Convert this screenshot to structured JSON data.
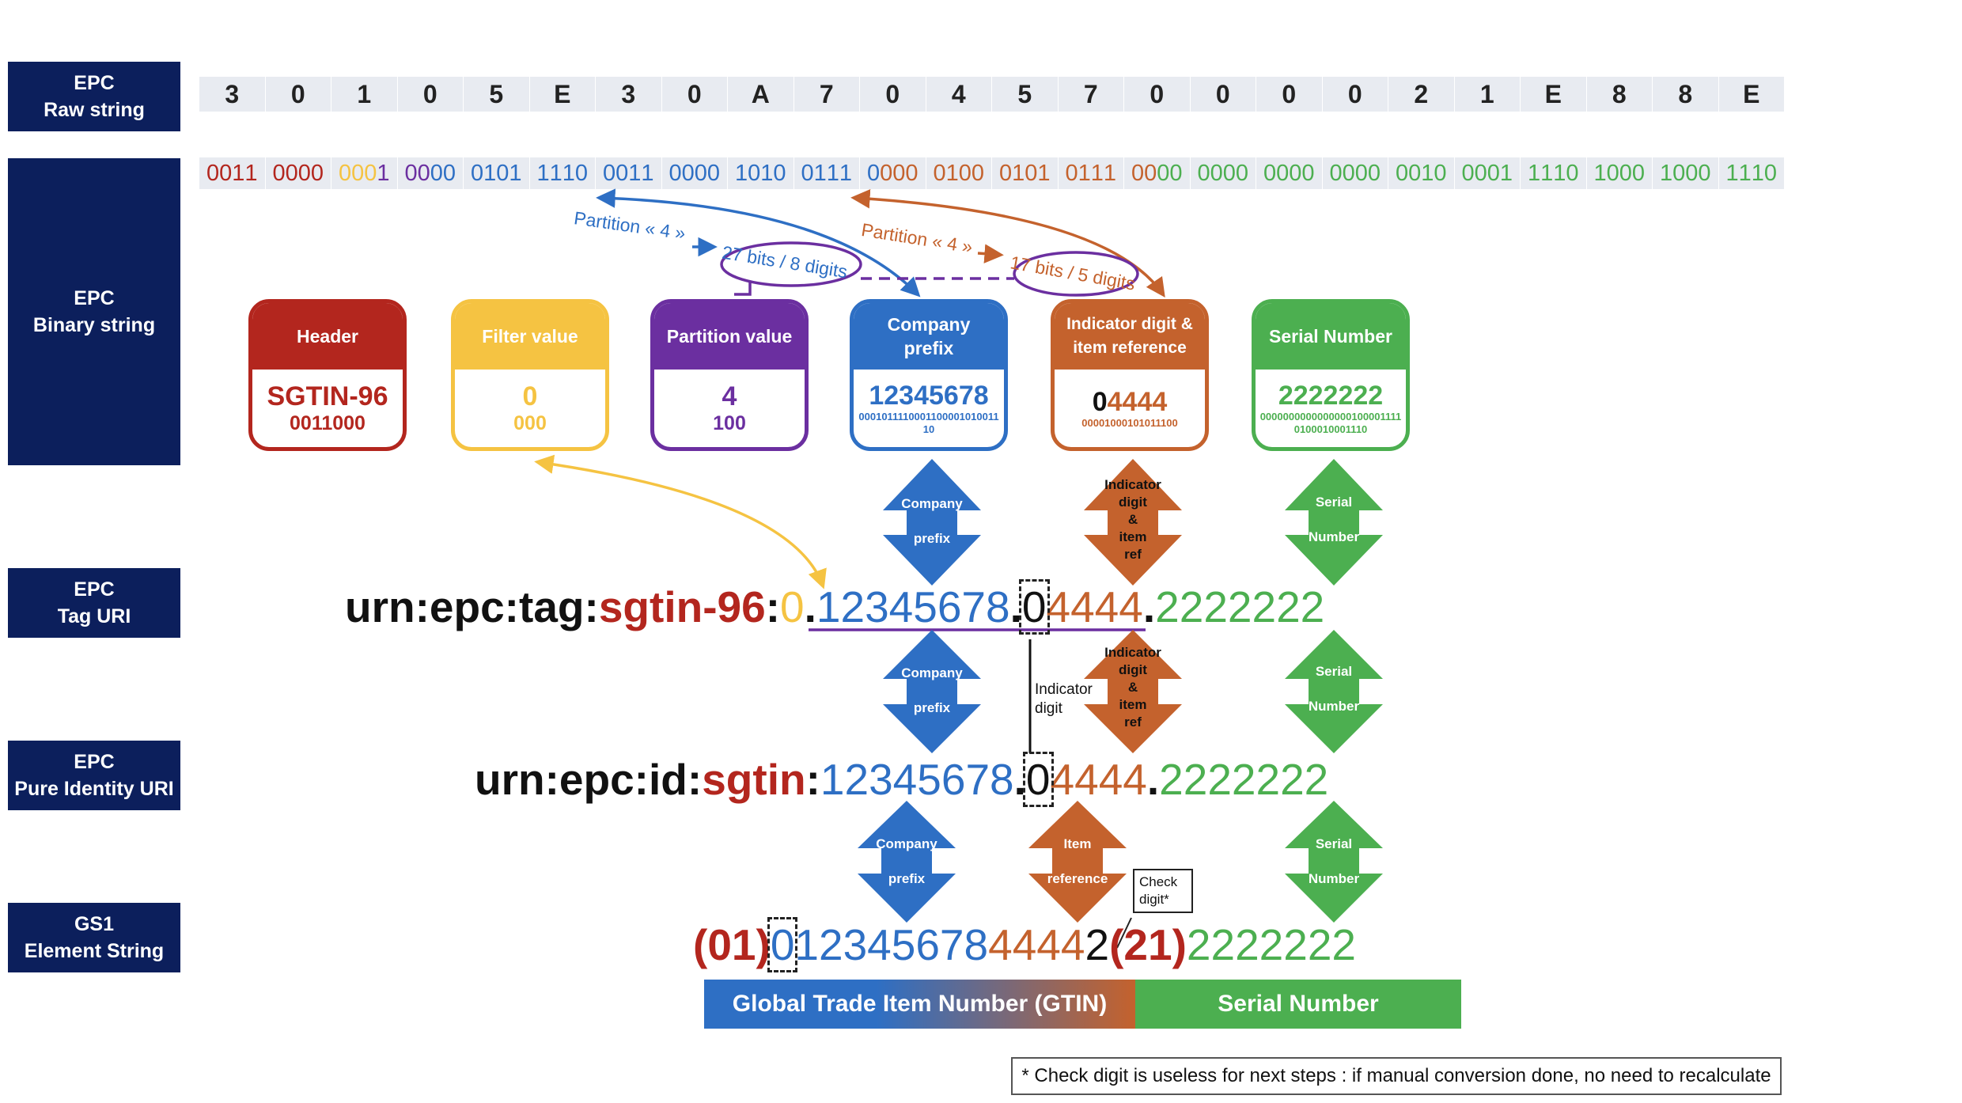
{
  "sidebar": {
    "raw": "EPC\nRaw string",
    "binary": "EPC\nBinary string",
    "tag_uri": "EPC\nTag URI",
    "pure_uri": "EPC\nPure Identity URI",
    "gs1": "GS1\nElement String"
  },
  "raw_string": [
    "3",
    "0",
    "1",
    "0",
    "5",
    "E",
    "3",
    "0",
    "A",
    "7",
    "0",
    "4",
    "5",
    "7",
    "0",
    "0",
    "0",
    "0",
    "2",
    "1",
    "E",
    "8",
    "8",
    "E"
  ],
  "binary_string": [
    "0011",
    "0000",
    "0001",
    "0000",
    "0101",
    "1110",
    "0011",
    "0000",
    "1010",
    "0111",
    "0000",
    "0100",
    "0101",
    "0111",
    "0000",
    "0000",
    "0000",
    "0000",
    "0010",
    "0001",
    "1110",
    "1000",
    "1000",
    "1110"
  ],
  "annotations": {
    "partition_left": "Partition « 4 »",
    "partition_right": "Partition « 4 »",
    "bits_company": "27 bits / 8 digits",
    "bits_item": "17 bits / 5 digits"
  },
  "fields": {
    "header": {
      "title": "Header",
      "value": "SGTIN-96",
      "binary": "0011000"
    },
    "filter": {
      "title": "Filter value",
      "value": "0",
      "binary": "000"
    },
    "partition": {
      "title": "Partition value",
      "value": "4",
      "binary": "100"
    },
    "company": {
      "title": "Company\nprefix",
      "value": "12345678",
      "binary": "000101111000110000101001110"
    },
    "item": {
      "title": "Indicator digit &\nitem reference",
      "value_first": "0",
      "value_rest": "4444",
      "binary": "00001000101011100"
    },
    "serial": {
      "title": "Serial Number",
      "value": "2222222",
      "binary": "00000000000000001000011110100010001110"
    }
  },
  "tag_uri": {
    "prefix": "urn:epc:tag:",
    "scheme": "sgtin-96",
    "sep": ":",
    "filter": "0",
    "dot": ".",
    "company": "12345678",
    "indicator": "0",
    "item": "4444",
    "serial": "2222222"
  },
  "pure_uri": {
    "prefix": "urn:epc:id:",
    "scheme": "sgtin",
    "sep": ":",
    "company": "12345678",
    "dot": ".",
    "indicator": "0",
    "item": "4444",
    "serial": "2222222"
  },
  "gs1": {
    "ai01": "(01)",
    "indicator": "0",
    "company": "12345678",
    "item": "4444",
    "check": "2",
    "ai21": "(21)",
    "serial": "2222222"
  },
  "arrows": {
    "company_1": "Company\n\nprefix",
    "item_1": "Indicator\ndigit\n&\nitem\nref",
    "serial_1": "Serial\n\nNumber",
    "company_2": "Company\n\nprefix",
    "item_2": "Indicator\ndigit\n&\nitem\nref",
    "serial_2": "Serial\n\nNumber",
    "company_3": "Company\n\nprefix",
    "item_3": "Item\n\nreference",
    "serial_3": "Serial\n\nNumber"
  },
  "indicator_note": "Indicator\ndigit",
  "check_note": "Check\ndigit*",
  "bars": {
    "gtin": "Global Trade Item Number (GTIN)",
    "serial": "Serial Number"
  },
  "footnote": "* Check digit is useless for next steps : if manual conversion done, no need to recalculate",
  "colors": {
    "navy": "#0c1f5c",
    "red": "#b3261e",
    "yellow": "#f5c342",
    "purple": "#6b2fa0",
    "blue": "#2e6fc4",
    "orange": "#c4622d",
    "green": "#4caf50"
  }
}
